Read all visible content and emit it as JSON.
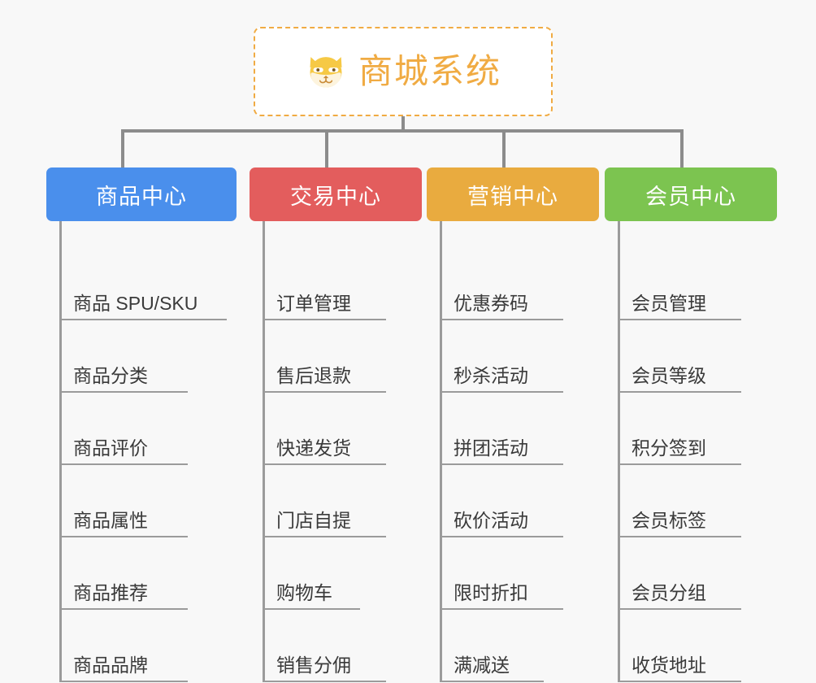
{
  "page": {
    "background_color": "#f8f8f8",
    "type": "mindmap",
    "title": "商城系统"
  },
  "root": {
    "label": "商城系统",
    "icon": "shiba-dog-face-icon",
    "text_color": "#f0ab43",
    "border_color": "#f0ab43",
    "background_color": "#ffffff"
  },
  "connector": {
    "color": "#8c8c8c"
  },
  "columns": [
    {
      "id": "product-center",
      "label": "商品中心",
      "color": "#4a8fec",
      "leaves": [
        {
          "label": "商品 SPU/SKU",
          "rule_width": 206
        },
        {
          "label": "商品分类",
          "rule_width": 158
        },
        {
          "label": "商品评价",
          "rule_width": 158
        },
        {
          "label": "商品属性",
          "rule_width": 158
        },
        {
          "label": "商品推荐",
          "rule_width": 158
        },
        {
          "label": "商品品牌",
          "rule_width": 158
        }
      ]
    },
    {
      "id": "trade-center",
      "label": "交易中心",
      "color": "#e35d5d",
      "leaves": [
        {
          "label": "订单管理",
          "rule_width": 152
        },
        {
          "label": "售后退款",
          "rule_width": 152
        },
        {
          "label": "快递发货",
          "rule_width": 152
        },
        {
          "label": "门店自提",
          "rule_width": 152
        },
        {
          "label": "购物车",
          "rule_width": 120
        },
        {
          "label": "销售分佣",
          "rule_width": 152
        }
      ]
    },
    {
      "id": "marketing-center",
      "label": "营销中心",
      "color": "#e9ab3f",
      "leaves": [
        {
          "label": "优惠券码",
          "rule_width": 152
        },
        {
          "label": "秒杀活动",
          "rule_width": 152
        },
        {
          "label": "拼团活动",
          "rule_width": 152
        },
        {
          "label": "砍价活动",
          "rule_width": 152
        },
        {
          "label": "限时折扣",
          "rule_width": 152
        },
        {
          "label": "满减送",
          "rule_width": 128
        }
      ]
    },
    {
      "id": "member-center",
      "label": "会员中心",
      "color": "#7cc450",
      "leaves": [
        {
          "label": "会员管理",
          "rule_width": 152
        },
        {
          "label": "会员等级",
          "rule_width": 152
        },
        {
          "label": "积分签到",
          "rule_width": 152
        },
        {
          "label": "会员标签",
          "rule_width": 152
        },
        {
          "label": "会员分组",
          "rule_width": 152
        },
        {
          "label": "收货地址",
          "rule_width": 152
        }
      ]
    }
  ]
}
